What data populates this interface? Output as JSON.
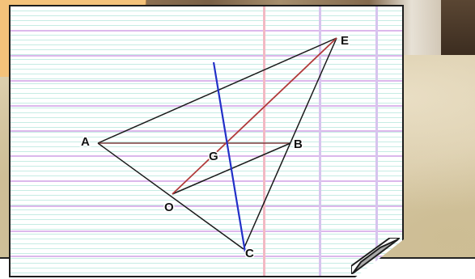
{
  "diagram": {
    "points": {
      "A": {
        "label": "A"
      },
      "B": {
        "label": "B"
      },
      "C": {
        "label": "C"
      },
      "E": {
        "label": "E"
      },
      "G": {
        "label": "G"
      },
      "O": {
        "label": "O"
      }
    },
    "colors": {
      "segment": "#1a1a1a",
      "highlight_segment": "#b03a3a",
      "median_line": "#2230c8",
      "paper": "#ffffff",
      "margin_line": "#f2b9c4",
      "rule_line": "#dcb8ec",
      "grid_line": "#c6ece4"
    }
  }
}
